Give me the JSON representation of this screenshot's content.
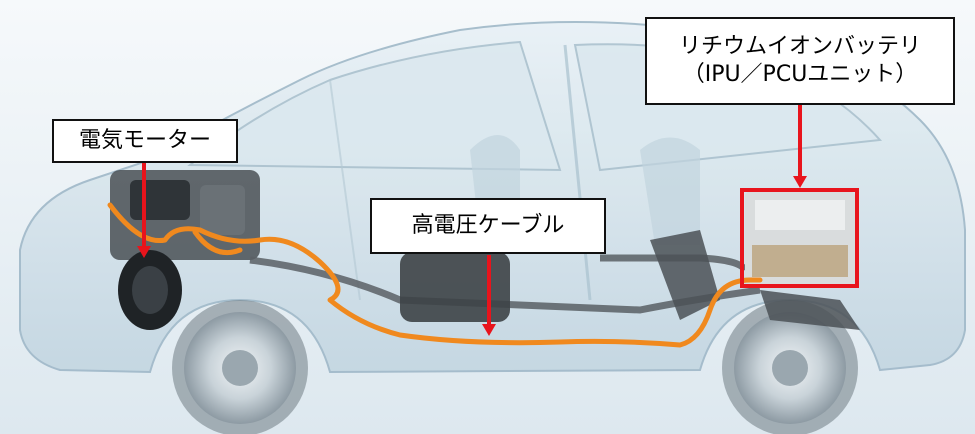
{
  "labels": {
    "motor": "電気モーター",
    "cable": "高電圧ケーブル",
    "battery_line1": "リチウムイオンバッテリ",
    "battery_line2": "（IPU／PCUユニット）"
  },
  "colors": {
    "callout_arrow": "#e8141c",
    "cable": "#f0891e",
    "highlight_box": "#e8141c",
    "car_body": "#cfe0ea",
    "car_outline": "#9fb8c8",
    "chassis": "#555b60",
    "background": "#eef4f8"
  }
}
